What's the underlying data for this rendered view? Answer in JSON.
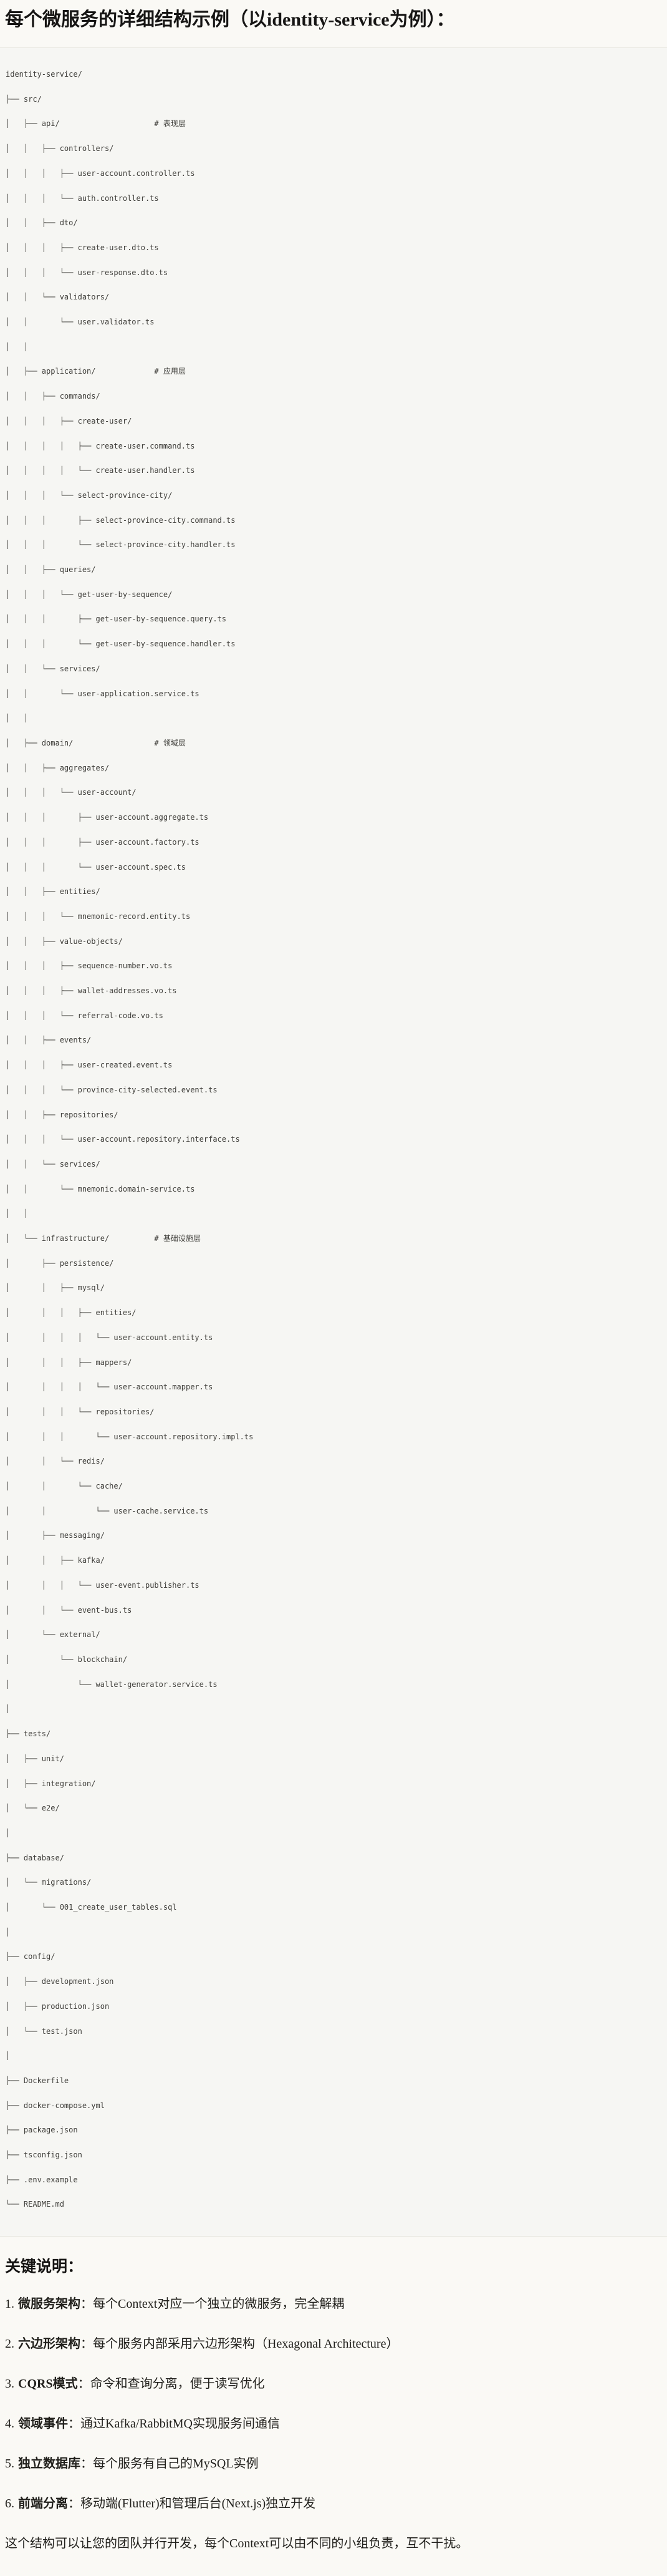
{
  "page": {
    "title": "每个微服务的详细结构示例（以identity-service为例）：",
    "colors": {
      "page_bg": "#faf9f5",
      "code_block_bg": "#f6f6f3",
      "code_block_border": "#e8e7e1",
      "code_text": "#3f3e3a",
      "body_text": "#21201c"
    }
  },
  "code_block": {
    "lines": [
      "identity-service/",
      "├── src/",
      "│   ├── api/                     # 表现层",
      "│   │   ├── controllers/",
      "│   │   │   ├── user-account.controller.ts",
      "│   │   │   └── auth.controller.ts",
      "│   │   ├── dto/",
      "│   │   │   ├── create-user.dto.ts",
      "│   │   │   └── user-response.dto.ts",
      "│   │   └── validators/",
      "│   │       └── user.validator.ts",
      "│   │",
      "│   ├── application/             # 应用层",
      "│   │   ├── commands/",
      "│   │   │   ├── create-user/",
      "│   │   │   │   ├── create-user.command.ts",
      "│   │   │   │   └── create-user.handler.ts",
      "│   │   │   └── select-province-city/",
      "│   │   │       ├── select-province-city.command.ts",
      "│   │   │       └── select-province-city.handler.ts",
      "│   │   ├── queries/",
      "│   │   │   └── get-user-by-sequence/",
      "│   │   │       ├── get-user-by-sequence.query.ts",
      "│   │   │       └── get-user-by-sequence.handler.ts",
      "│   │   └── services/",
      "│   │       └── user-application.service.ts",
      "│   │",
      "│   ├── domain/                  # 领域层",
      "│   │   ├── aggregates/",
      "│   │   │   └── user-account/",
      "│   │   │       ├── user-account.aggregate.ts",
      "│   │   │       ├── user-account.factory.ts",
      "│   │   │       └── user-account.spec.ts",
      "│   │   ├── entities/",
      "│   │   │   └── mnemonic-record.entity.ts",
      "│   │   ├── value-objects/",
      "│   │   │   ├── sequence-number.vo.ts",
      "│   │   │   ├── wallet-addresses.vo.ts",
      "│   │   │   └── referral-code.vo.ts",
      "│   │   ├── events/",
      "│   │   │   ├── user-created.event.ts",
      "│   │   │   └── province-city-selected.event.ts",
      "│   │   ├── repositories/",
      "│   │   │   └── user-account.repository.interface.ts",
      "│   │   └── services/",
      "│   │       └── mnemonic.domain-service.ts",
      "│   │",
      "│   └── infrastructure/          # 基础设施层",
      "│       ├── persistence/",
      "│       │   ├── mysql/",
      "│       │   │   ├── entities/",
      "│       │   │   │   └── user-account.entity.ts",
      "│       │   │   ├── mappers/",
      "│       │   │   │   └── user-account.mapper.ts",
      "│       │   │   └── repositories/",
      "│       │   │       └── user-account.repository.impl.ts",
      "│       │   └── redis/",
      "│       │       └── cache/",
      "│       │           └── user-cache.service.ts",
      "│       ├── messaging/",
      "│       │   ├── kafka/",
      "│       │   │   └── user-event.publisher.ts",
      "│       │   └── event-bus.ts",
      "│       └── external/",
      "│           └── blockchain/",
      "│               └── wallet-generator.service.ts",
      "│",
      "├── tests/",
      "│   ├── unit/",
      "│   ├── integration/",
      "│   └── e2e/",
      "│",
      "├── database/",
      "│   └── migrations/",
      "│       └── 001_create_user_tables.sql",
      "│",
      "├── config/",
      "│   ├── development.json",
      "│   ├── production.json",
      "│   └── test.json",
      "│",
      "├── Dockerfile",
      "├── docker-compose.yml",
      "├── package.json",
      "├── tsconfig.json",
      "├── .env.example",
      "└── README.md"
    ]
  },
  "notes": {
    "heading": "关键说明：",
    "items": [
      {
        "num": "1.",
        "label": "微服务架构",
        "text": "：每个Context对应一个独立的微服务，完全解耦"
      },
      {
        "num": "2.",
        "label": "六边形架构",
        "text": "：每个服务内部采用六边形架构（Hexagonal Architecture）"
      },
      {
        "num": "3.",
        "label": "CQRS模式",
        "text": "：命令和查询分离，便于读写优化"
      },
      {
        "num": "4.",
        "label": "领域事件",
        "text": "：通过Kafka/RabbitMQ实现服务间通信"
      },
      {
        "num": "5.",
        "label": "独立数据库",
        "text": "：每个服务有自己的MySQL实例"
      },
      {
        "num": "6.",
        "label": "前端分离",
        "text": "：移动端(Flutter)和管理后台(Next.js)独立开发"
      }
    ],
    "closing": "这个结构可以让您的团队并行开发，每个Context可以由不同的小组负责，互不干扰。"
  }
}
